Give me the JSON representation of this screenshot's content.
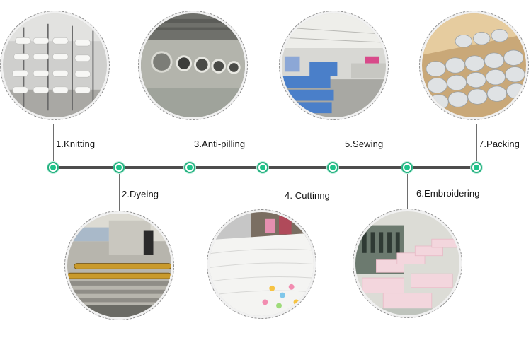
{
  "steps": [
    {
      "label": "1.Knitting"
    },
    {
      "label": "2.Dyeing"
    },
    {
      "label": "3.Anti-pilling"
    },
    {
      "label": "4. Cuttinng"
    },
    {
      "label": "5.Sewing"
    },
    {
      "label": "6.Embroidering"
    },
    {
      "label": "7.Packing"
    }
  ],
  "colors": {
    "node_accent": "#1fc38a",
    "timeline": "#4d4d4d"
  }
}
